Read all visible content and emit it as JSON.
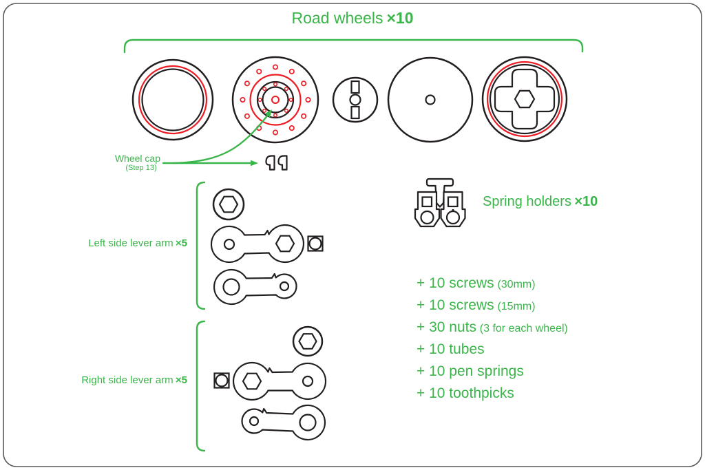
{
  "colors": {
    "green": "#3ab54a",
    "red": "#ed1c24",
    "ink": "#231f20",
    "border": "#58595b"
  },
  "header": {
    "title_text": "Road wheels",
    "title_count": "×10"
  },
  "wheel_cap": {
    "label": "Wheel cap",
    "step": "(Step 13)"
  },
  "groups": {
    "left_arm": {
      "label": "Left side lever arm",
      "count": "×5"
    },
    "right_arm": {
      "label": "Right side lever arm",
      "count": "×5"
    },
    "spring_holders": {
      "label": "Spring holders",
      "count": "×10"
    }
  },
  "parts_list": {
    "items": [
      {
        "text": "+ 10 screws",
        "note": "(30mm)"
      },
      {
        "text": "+ 10 screws",
        "note": "(15mm)"
      },
      {
        "text": "+ 30 nuts",
        "note": "(3 for each wheel)"
      },
      {
        "text": "+ 10 tubes",
        "note": ""
      },
      {
        "text": "+ 10 pen springs",
        "note": ""
      },
      {
        "text": "+ 10 toothpicks",
        "note": ""
      }
    ]
  },
  "figures": {
    "wheel_row": [
      "tire-side-view",
      "wheel-hub-face",
      "hub-adapter",
      "plain-wheel-face",
      "wheel-cap-face"
    ],
    "left_arm_parts": [
      "hex-washer",
      "lever-arm-hex-end",
      "square-nut",
      "lever-arm-round-end"
    ],
    "right_arm_parts": [
      "hex-washer",
      "square-nut",
      "lever-arm-hex-end",
      "lever-arm-round-end"
    ],
    "spring_holder_parts": [
      "t-pin",
      "holder-block",
      "holder-block"
    ],
    "wheel_caps": [
      "cap-clip",
      "cap-clip"
    ]
  }
}
